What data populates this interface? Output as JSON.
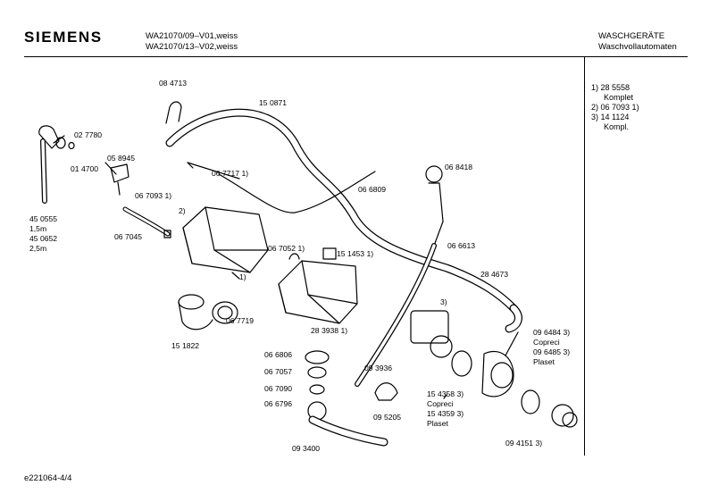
{
  "header": {
    "brand": "SIEMENS",
    "model_lines": [
      "WA21070/09–V01,weiss",
      "WA21070/13–V02,weiss"
    ],
    "category_lines": [
      "WASCHGERÄTE",
      "Waschvollautomaten"
    ]
  },
  "notes": [
    "1) 28 5558",
    "Komplet",
    "2) 06 7093 1)",
    "3) 14 1124",
    "Kompl."
  ],
  "part_labels": [
    "08 4713",
    "15 0871",
    "02 7780",
    "01 4700",
    "05 8945",
    "06 7717  1)",
    "06 7093  1)",
    "2)",
    "06 6809",
    "06 8418",
    "45 0555",
    "1,5m",
    "45 0652",
    "2,5m",
    "06 7045",
    "06 6613",
    "06 7052  1)",
    "15 1453  1)",
    "28 4673",
    "1)",
    "28 3938  1)",
    "06 7719",
    "15 1822",
    "3)",
    "06 6806",
    "06 7057",
    "06 7090",
    "06 6796",
    "09 3936",
    "09 6484 3)",
    "Copreci",
    "09 6485 3)",
    "Plaset",
    "15 4358 3)",
    "Copreci",
    "15 4359 3)",
    "Plaset",
    "09 5205",
    "09 3400",
    "09 4151  3)"
  ],
  "footer": {
    "code": "e221064-4/4"
  }
}
